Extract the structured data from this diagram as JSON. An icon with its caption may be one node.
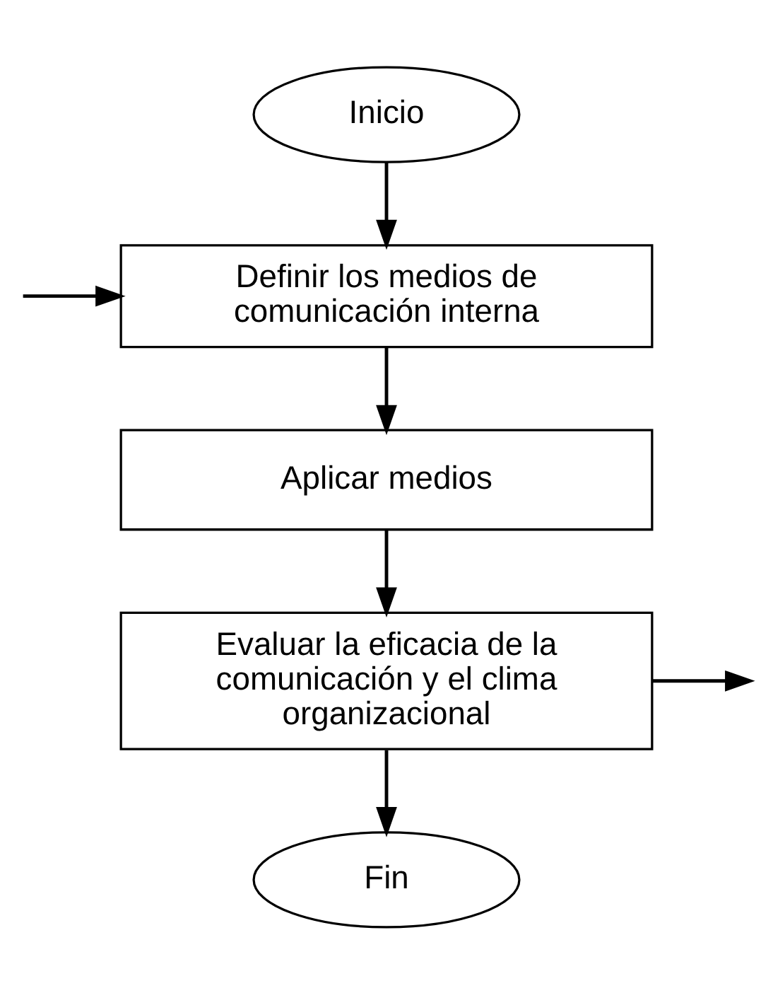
{
  "diagram": {
    "nodes": [
      {
        "text": [
          "Inicio"
        ]
      },
      {
        "text": [
          "Definir los medios de comunicación interna"
        ]
      },
      {
        "text": [
          "Aplicar medios"
        ]
      },
      {
        "text": [
          "Evaluar la eficacia de la comunicación y el clima organizacional"
        ]
      },
      {
        "text": [
          "Fin"
        ]
      }
    ],
    "edges": [
      {
        "from": 0,
        "to": 1,
        "arrow": "to"
      },
      {
        "from": null,
        "to": 1,
        "arrow": "to"
      },
      {
        "from": 1,
        "to": 2,
        "arrow": "to"
      },
      {
        "from": 2,
        "to": 3,
        "arrow": "to"
      },
      {
        "from": 3,
        "to": null,
        "arrow": "to"
      },
      {
        "from": 3,
        "to": 4,
        "arrow": "to"
      }
    ]
  }
}
